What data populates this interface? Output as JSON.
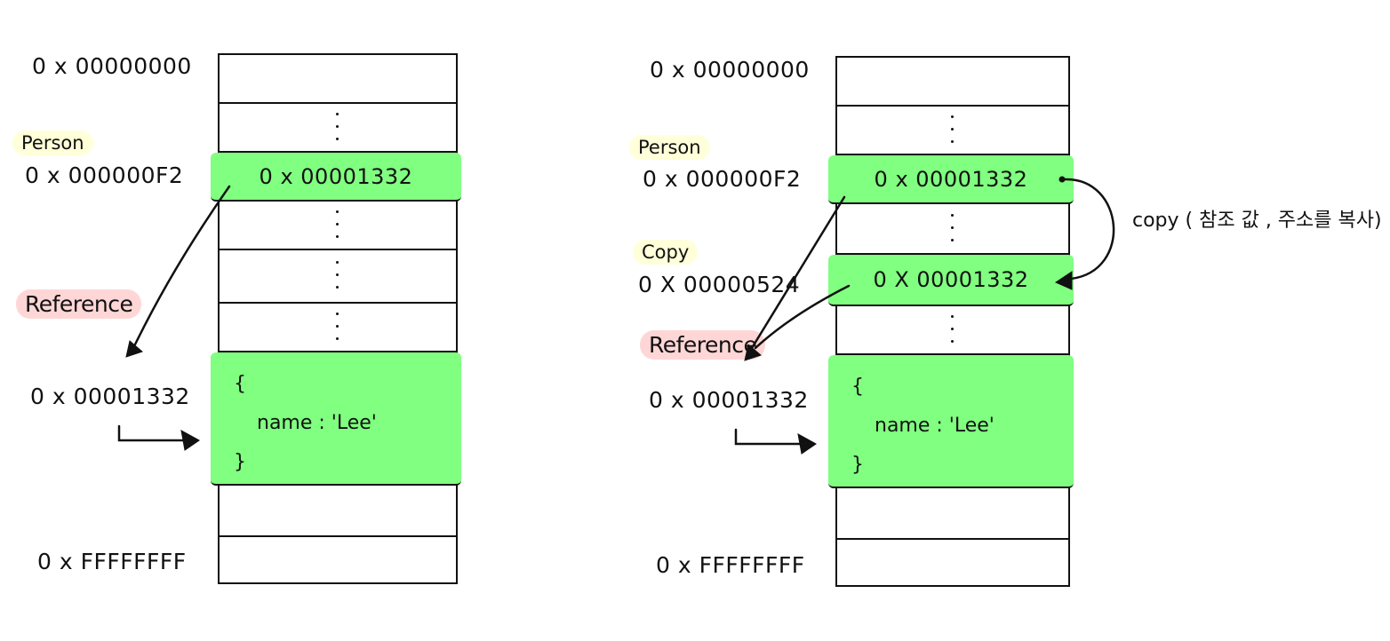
{
  "colors": {
    "highlight_green": "#80ff80",
    "tag_yellow": "#ffffd9",
    "tag_pink": "#ffd6d6",
    "ink": "#111111"
  },
  "left": {
    "addresses": {
      "start": "0 x 00000000",
      "person": "0 x 000000F2",
      "object": "0 x 00001332",
      "end": "0 x FFFFFFFF"
    },
    "tags": {
      "person": "Person",
      "reference": "Reference"
    },
    "cells": {
      "person_value": "0 x 00001332"
    },
    "object": {
      "open": "{",
      "body": "name : 'Lee'",
      "close": "}"
    }
  },
  "right": {
    "addresses": {
      "start": "0 x 00000000",
      "person": "0 x 000000F2",
      "copy": "0 X 00000524",
      "object": "0 x 00001332",
      "end": "0 x FFFFFFFF"
    },
    "tags": {
      "person": "Person",
      "copy": "Copy",
      "reference": "Reference"
    },
    "cells": {
      "person_value": "0 x 00001332",
      "copy_value": "0 X 00001332"
    },
    "object": {
      "open": "{",
      "body": "name : 'Lee'",
      "close": "}"
    },
    "note": "copy ( 참조 값 , 주소를 복사)"
  }
}
